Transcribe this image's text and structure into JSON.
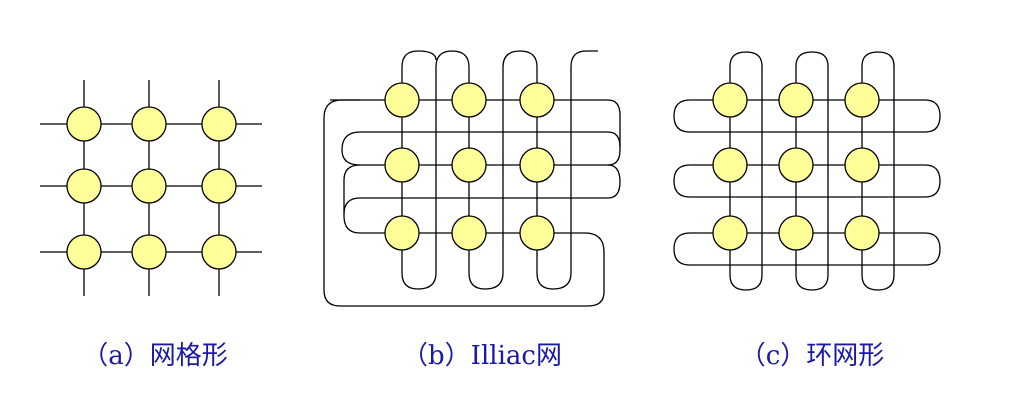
{
  "captions": {
    "a": "（a）网格形",
    "b": "（b）Illiac网",
    "c": "（c）环网形"
  },
  "colors": {
    "node_fill": "#ffff99",
    "node_stroke": "#000000",
    "line": "#000000",
    "caption": "#1a1aa6"
  },
  "grid": {
    "rows": 3,
    "cols": 3
  }
}
